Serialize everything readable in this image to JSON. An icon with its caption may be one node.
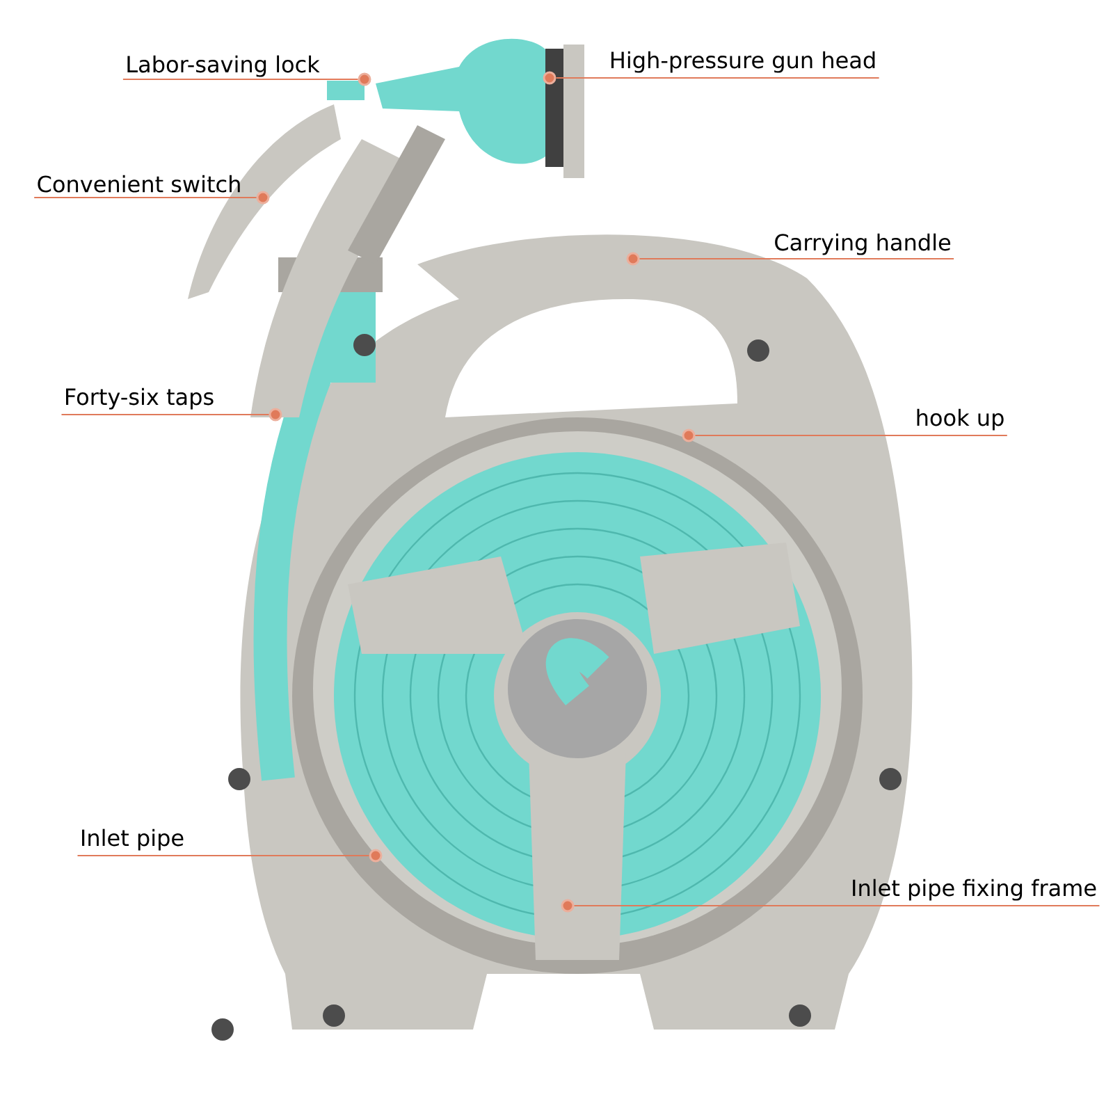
{
  "diagram": {
    "nodes": [
      {
        "text": [
          "Labor-saving lock"
        ]
      },
      {
        "text": [
          "High-pressure gun head"
        ]
      },
      {
        "text": [
          "Convenient switch"
        ]
      },
      {
        "text": [
          "Carrying handle"
        ]
      },
      {
        "text": [
          "Forty-six taps"
        ]
      },
      {
        "text": [
          "hook up"
        ]
      },
      {
        "text": [
          "Inlet pipe"
        ]
      },
      {
        "text": [
          "Inlet pipe fixing frame"
        ]
      },
      {
        "text": [],
        "shape": "circle"
      },
      {
        "text": [],
        "shape": "circle"
      },
      {
        "text": [],
        "shape": "circle"
      },
      {
        "text": [],
        "shape": "circle"
      },
      {
        "text": [],
        "shape": "circle"
      },
      {
        "text": [],
        "shape": "circle"
      },
      {
        "text": [],
        "shape": "circle"
      },
      {
        "text": [],
        "shape": "circle"
      }
    ],
    "edges": [
      {
        "from": 0,
        "to": 8,
        "arrow": "none"
      },
      {
        "from": 1,
        "to": 9,
        "arrow": "none"
      },
      {
        "from": 2,
        "to": 10,
        "arrow": "none"
      },
      {
        "from": 3,
        "to": 11,
        "arrow": "none"
      },
      {
        "from": 4,
        "to": 12,
        "arrow": "none"
      },
      {
        "from": 5,
        "to": 13,
        "arrow": "none"
      },
      {
        "from": 6,
        "to": 14,
        "arrow": "none"
      },
      {
        "from": 7,
        "to": 15,
        "arrow": "none"
      }
    ]
  }
}
